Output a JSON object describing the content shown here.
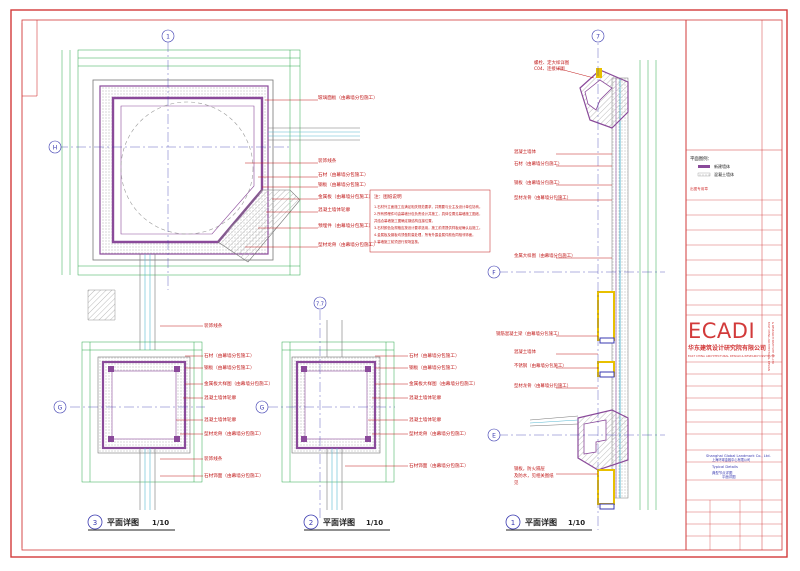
{
  "colors": {
    "frame": "#d23a3a",
    "wall": "#8a4a9a",
    "dim": "#2aa84a",
    "note": "#c01818",
    "grid": "#3a3ab0",
    "brand": "#d23a3a",
    "steel": "#e8c000",
    "glass": "#58b8d0",
    "hatch": "#a0a0a0"
  },
  "icons": {
    "grid_bubble": "circle-with-number",
    "section_marker": "circle-with-number"
  },
  "grid_axes": {
    "axis_1": "1",
    "axis_7": "7",
    "axis_77": "7.7",
    "axis_H": "H",
    "axis_G": "G",
    "axis_G2": "G",
    "axis_F": "F",
    "axis_E": "E"
  },
  "drawings": [
    {
      "marker": "3",
      "title": "平面详图",
      "scale": "1/10"
    },
    {
      "marker": "2",
      "title": "平面详图",
      "scale": "1/10"
    },
    {
      "marker": "1",
      "title": "平面详图",
      "scale": "1/10"
    }
  ],
  "callouts": {
    "top_plan": [
      "玻璃面板（由幕墙分包施工）",
      "装饰线条",
      "石材（由幕墙分包施工）",
      "钢板（由幕墙分包施工）",
      "金属板（由幕墙分包施工）",
      "混凝土墙体轮廓",
      "预埋件（由幕墙分包施工）",
      "型材龙骨（由幕墙分包施工）"
    ],
    "left_plan": [
      "装饰线条",
      "石材（由幕墙分包施工）",
      "钢板（由幕墙分包施工）",
      "金属板大样图（由幕墙分包施工）",
      "混凝土墙体轮廓",
      "混凝土墙体轮廓",
      "型材龙骨（由幕墙分包施工）",
      "装饰线条",
      "石材饰面（由幕墙分包施工）"
    ],
    "mid_plan": [
      "石材（由幕墙分包施工）",
      "钢板（由幕墙分包施工）",
      "金属板大样图（由幕墙分包施工）",
      "混凝土墙体轮廓",
      "混凝土墙体轮廓",
      "型材龙骨（由幕墙分包施工）",
      "石材饰面（由幕墙分包施工）"
    ],
    "right_section": [
      "螺栓、定大样详图",
      "C04、连接详图",
      "混凝土墙体",
      "石材（由幕墙分包施工）",
      "钢板（由幕墙分包施工）",
      "型材龙骨（由幕墙分包施工）",
      "金属大样图（由幕墙分包施工）",
      "钢筋混凝土梁（由幕墙分包施工）",
      "混凝土墙体",
      "不锈钢（由幕墙分包施工）",
      "型材龙骨（由幕墙分包施工）",
      "钢板，防火隔层",
      "及防水，见相关图纸",
      "见"
    ]
  },
  "notes": {
    "title": "注：图纸说明",
    "lines": [
      "1.石材外立面施工应满足相关规范要求，并需要与业主及设计单位协商。",
      "2.所有预埋件均由幕墙分包负责设计并施工，具体位置见幕墙施工图纸，",
      "  并结合幕墙施工图确定钢结构连接位置。",
      "3.石材颜色及规格应按设计要求选用，施工前须提供样板经确认后施工。",
      "4.金属板及钢板均须做防腐处理，所有外露金属件颜色同相邻饰面。",
      "5.幕墙施工前须进行现场复核。"
    ]
  },
  "title_block": {
    "legend_title": "平面图例：",
    "legend_items": [
      "新建墙体",
      "混凝土墙体"
    ],
    "logo": "ECADI",
    "logo_side_1": "EAST CHINA ARCHITECTURAL DESIGN",
    "logo_side_2": "& RESEARCH INSTITUTE CO.,LTD",
    "company_cn": "华东建筑设计研究院有限公司",
    "company_en": "EAST CHINA ARCHITECTURAL DESIGN & RESEARCH INSTITUTE",
    "project_label": "Shanghai Global Landmark Co., Ltd.",
    "project_label_2": "上海环球金融中心有限公司",
    "drawing_label": "Typical Details",
    "drawing_label_2": "典型节点详图",
    "drawing_label_3": "平面详图",
    "stamp_label": "出图专用章"
  }
}
